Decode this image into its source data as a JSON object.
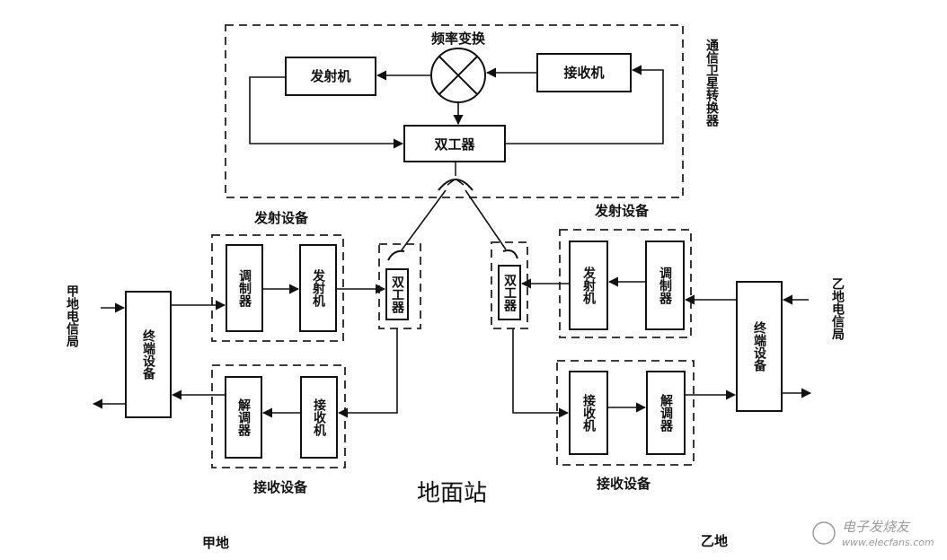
{
  "satellite": {
    "freq_conversion": "频率变换",
    "transmitter": "发射机",
    "receiver": "接收机",
    "duplexer": "双工器",
    "title": "通信卫星转换器"
  },
  "site_a": {
    "tx_group": "发射设备",
    "rx_group": "接收设备",
    "modulator": "调制器",
    "transmitter": "发射机",
    "demodulator": "解调器",
    "receiver": "接收机",
    "duplexer": "双工器",
    "terminal": "终端设备",
    "office": "甲地电信局",
    "place": "甲地"
  },
  "site_b": {
    "tx_group": "发射设备",
    "rx_group": "接收设备",
    "modulator": "调制器",
    "transmitter": "发射机",
    "demodulator": "解调器",
    "receiver": "接收机",
    "duplexer": "双工器",
    "terminal": "终端设备",
    "office": "乙地电信局",
    "place": "乙地"
  },
  "ground_station": "地面站",
  "watermark": {
    "text": "电子发烧友",
    "url": "www.elecfans.com"
  }
}
